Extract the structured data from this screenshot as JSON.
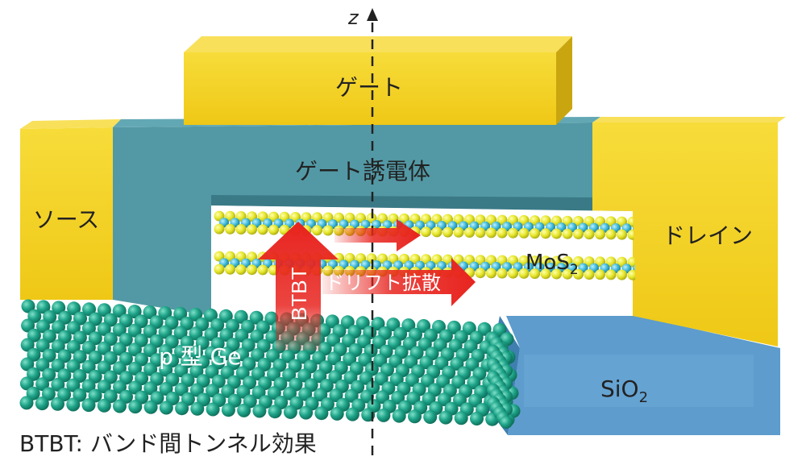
{
  "labels": {
    "gate": "ゲート",
    "gate_dielectric": "ゲート誘電体",
    "source": "ソース",
    "drain": "ドレイン",
    "mos2_base": "MoS",
    "mos2_sub": "2",
    "sio2_base": "SiO",
    "sio2_sub": "2",
    "ge": "p 型 Ge",
    "btbt_arrow": "BTBT",
    "drift": "ドリフト拡散",
    "axis": "z",
    "caption": "BTBT: バンド間トンネル効果"
  },
  "colors": {
    "gold": "#f4d21c",
    "gold_dark": "#c9a60f",
    "dielectric": "#4a93a0",
    "dielectric_dark": "#3a7a86",
    "sio2": "#5d9ccc",
    "sio2_dark": "#3f7fb0",
    "ge_atom": "#1fa58a",
    "s_atom": "#e6e62a",
    "mo_atom": "#3cb8d8",
    "arrow_red": "#e8241f"
  }
}
